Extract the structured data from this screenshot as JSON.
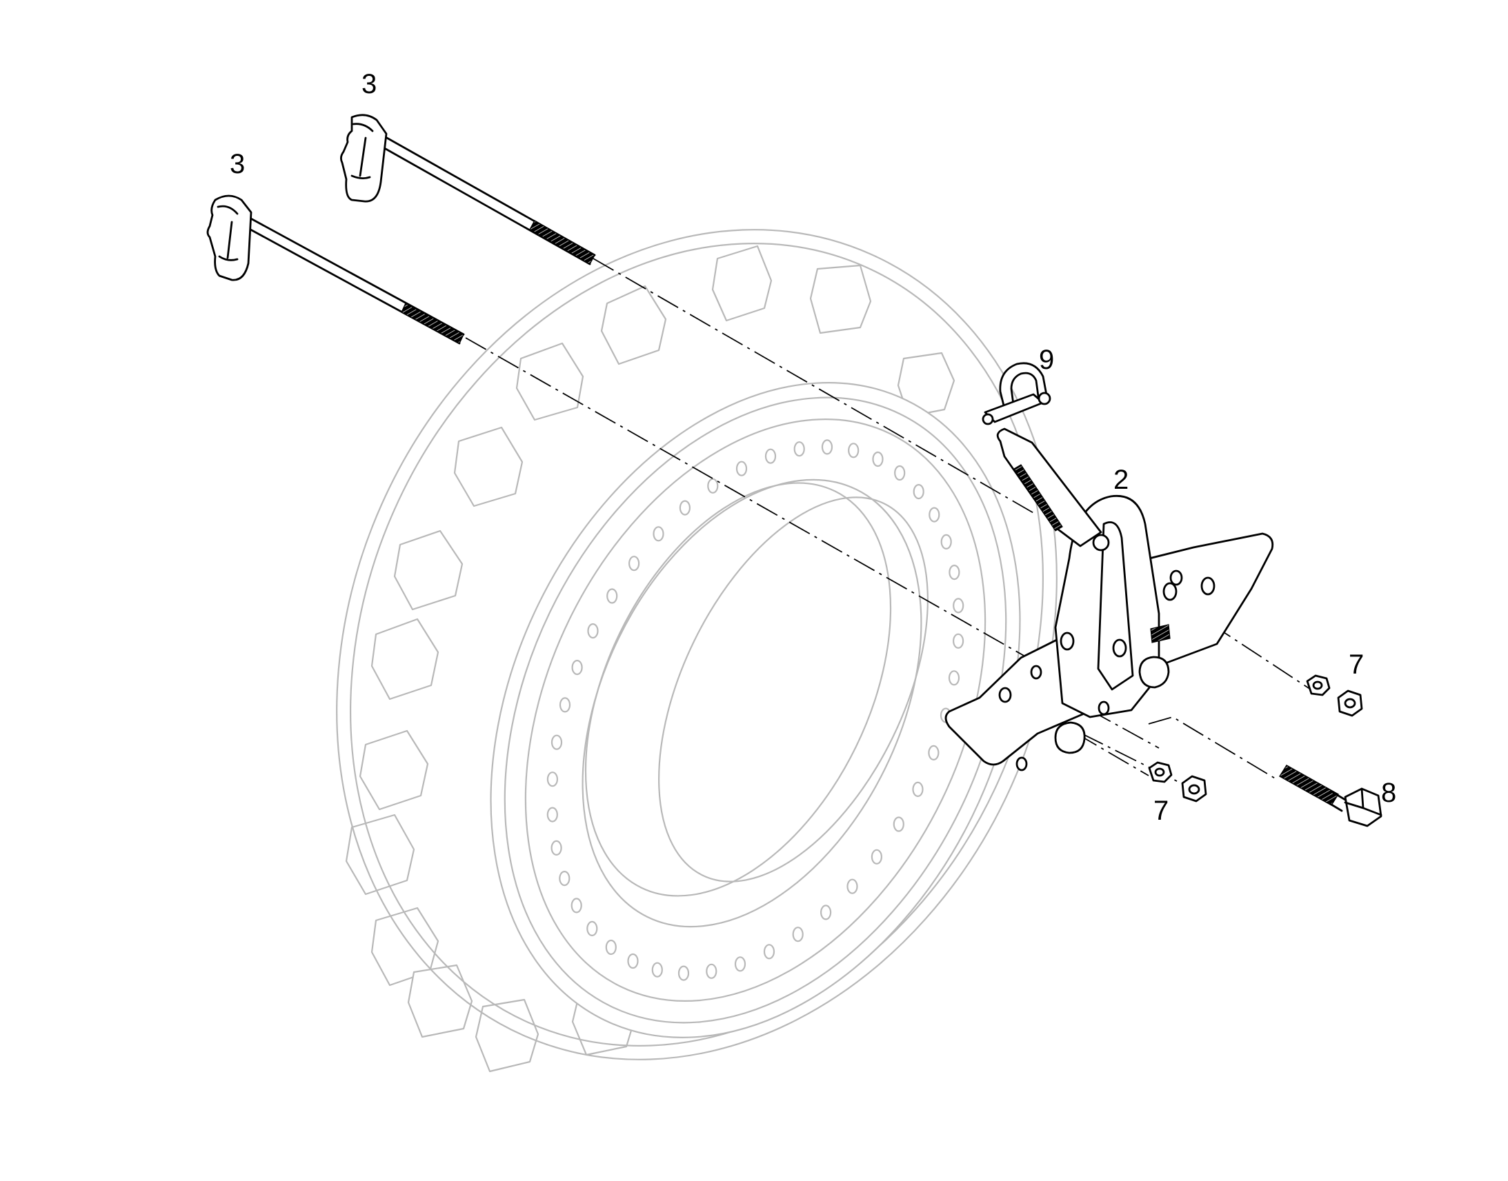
{
  "callouts": {
    "p3a": "3",
    "p3b": "3",
    "p9": "9",
    "p2": "2",
    "p7a": "7",
    "p7b": "7",
    "p8": "8"
  }
}
